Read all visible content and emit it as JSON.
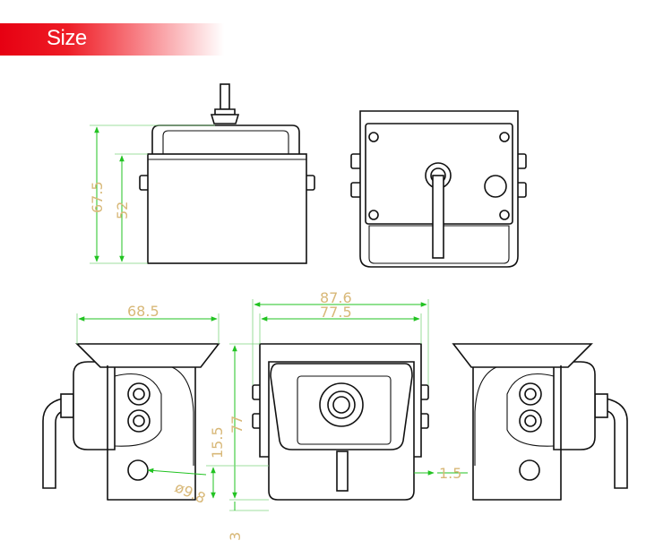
{
  "header": {
    "title": "Size"
  },
  "dimensions": {
    "height_total": "67.5",
    "height_body": "52",
    "depth": "68.5",
    "width_total": "87.6",
    "width_body": "77.5",
    "height_front": "77",
    "lens_offset": "15.5",
    "hole_diameter": "ø9.8",
    "gap": "1.5",
    "bottom": "3"
  },
  "colors": {
    "banner": "#e60012",
    "dimension_line": "#22c322",
    "dimension_text": "#d8b878"
  }
}
